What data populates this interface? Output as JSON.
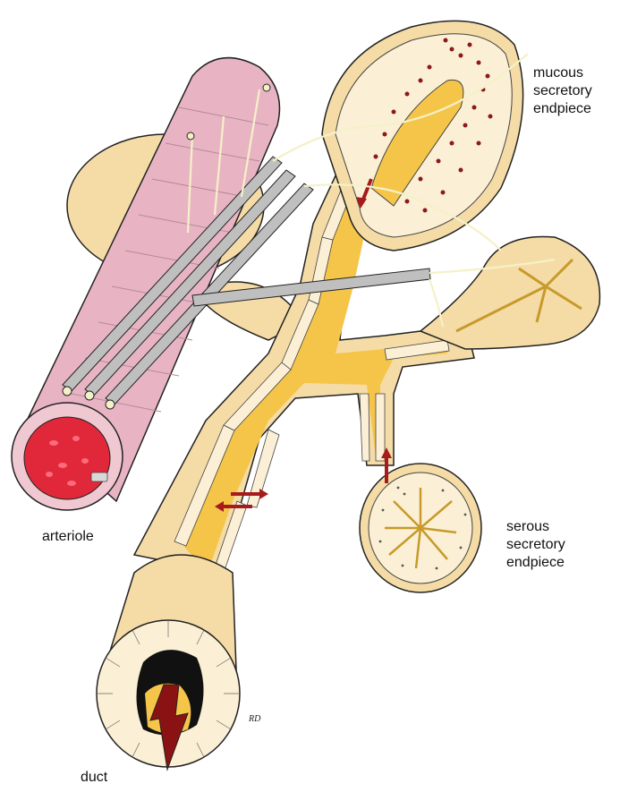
{
  "labels": {
    "mucous": [
      "mucous",
      "secretory",
      "endpiece"
    ],
    "serous": [
      "serous",
      "secretory",
      "endpiece"
    ],
    "arteriole": "arteriole",
    "duct": "duct"
  },
  "signature": "RD",
  "colors": {
    "tissue_base": "#f5dca6",
    "lumen": "#f5c54a",
    "cell_fill": "#fbf0d6",
    "mucous_granule": "#8b1a1a",
    "arteriole_wall": "#e8b4c4",
    "blood_cells": "#e0283a",
    "nerve_fiber": "#f4f1c8",
    "nerve_sheath": "#bfbfbf",
    "flow_arrow": "#a61c1c"
  }
}
